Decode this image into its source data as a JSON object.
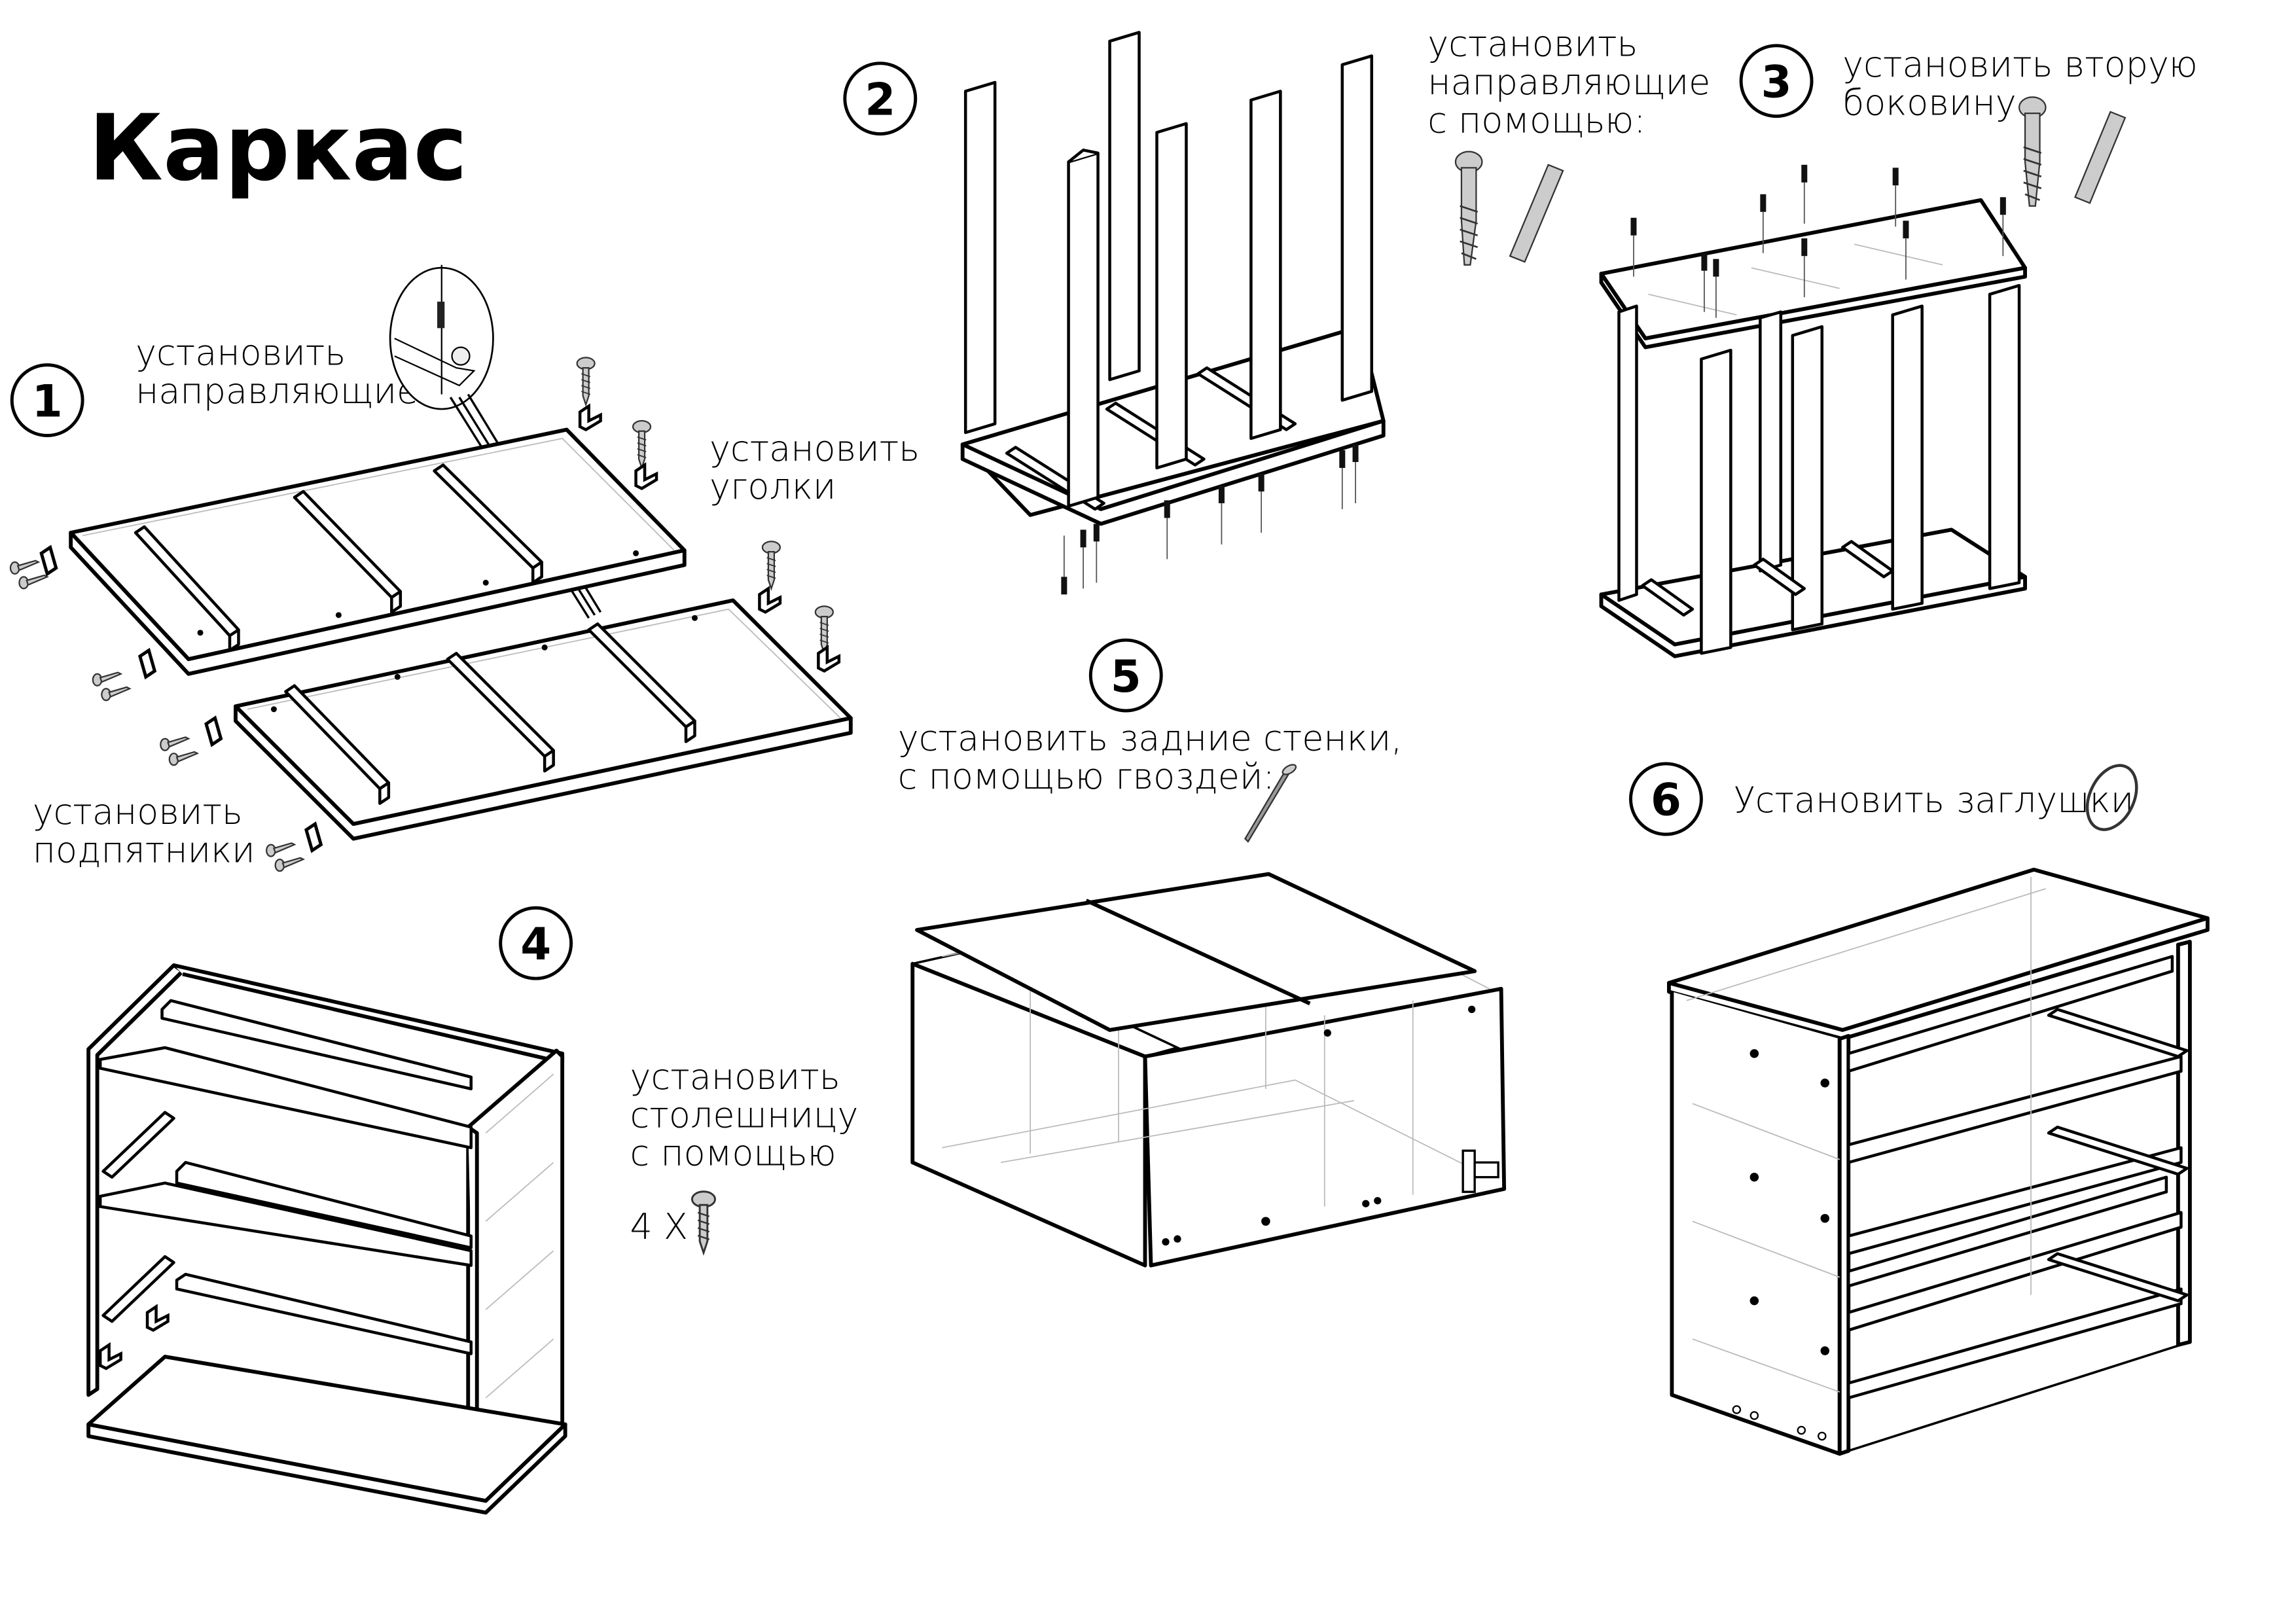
{
  "title": "Каркас",
  "steps": [
    {
      "number": "1",
      "labels": [
        {
          "lines": [
            "установить",
            "направляющие"
          ]
        },
        {
          "lines": [
            "установить",
            "уголки"
          ]
        },
        {
          "lines": [
            "установить",
            "подпятники"
          ]
        }
      ]
    },
    {
      "number": "2",
      "labels": [
        {
          "lines": [
            "установить",
            "направляющие",
            "с помощью:"
          ]
        }
      ]
    },
    {
      "number": "3",
      "labels": [
        {
          "lines": [
            "установить вторую",
            "боковину"
          ]
        }
      ]
    },
    {
      "number": "4",
      "labels": [
        {
          "lines": [
            "установить",
            "столешницу",
            "с помощью"
          ]
        },
        {
          "lines": [
            "4 X"
          ]
        }
      ]
    },
    {
      "number": "5",
      "labels": [
        {
          "lines": [
            "установить задние стенки,",
            "с помощью гвоздей:"
          ]
        }
      ]
    },
    {
      "number": "6",
      "labels": [
        {
          "lines": [
            "Установить заглушки"
          ]
        }
      ]
    }
  ],
  "icons": {
    "step1": [
      "zoom-detail-icon",
      "screw-icon",
      "corner-bracket-icon",
      "foot-pad-icon"
    ],
    "step2": [
      "confirmat-screw-icon",
      "dowel-icon"
    ],
    "step3": [
      "confirmat-screw-icon",
      "dowel-icon"
    ],
    "step4": [
      "screw-icon"
    ],
    "step5": [
      "nail-icon"
    ],
    "step6": [
      "cap-plug-icon"
    ]
  }
}
